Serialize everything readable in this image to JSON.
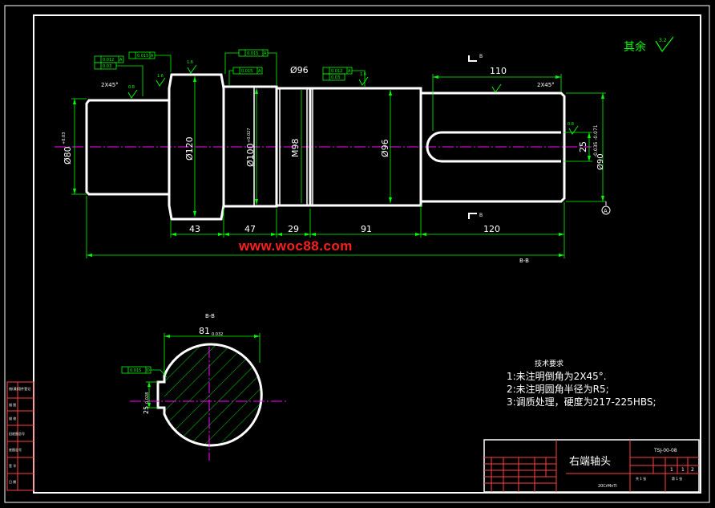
{
  "title": "右端轴头",
  "drawing_number": "TSJ-00-08",
  "material": "20CrMnTi",
  "surface_finish": {
    "label": "其余",
    "value": "3.2"
  },
  "section_name": "B-B",
  "section_mark": "B",
  "watermark": "www.woc88.com",
  "diameters": {
    "d_left": "Ø80",
    "d_shoulder": "Ø120",
    "d_bearing": "Ø100",
    "d_mid_top": "Ø96",
    "d_thread": "M98",
    "d_body": "Ø96",
    "d_right": "Ø90",
    "key_width": "25"
  },
  "tolerances": {
    "d_left": "+0.03",
    "d_bearing": "+0.027",
    "d_right": "-0.035 -0.071",
    "section_width": "0.032"
  },
  "chamfers": {
    "left": "2X45°",
    "right": "2X45°"
  },
  "roughness": {
    "a": "0.8",
    "b": "1.6",
    "c": "1.6",
    "d": "1.6",
    "e": "0.8"
  },
  "lengths": {
    "l1": "43",
    "l2": "47",
    "l3": "29",
    "l4": "91",
    "l5": "120",
    "key_len": "110"
  },
  "gd_t": {
    "f1_val": "0.012",
    "f1_ref": "A",
    "f2_val": "0.015",
    "f2_ref": "A",
    "f3_val": "0.03",
    "f4_val": "0.015",
    "f4_ref": "A",
    "f5_val": "0.015",
    "f5_ref": "A",
    "f6_val": "0.012",
    "f6_ref": "A",
    "f7_val": "0.03",
    "f8_val": "0.015",
    "f8_ref": "D"
  },
  "datum": "A",
  "section": {
    "width": "81",
    "depth": "25",
    "depth_tol": "0.028"
  },
  "tech_requirements": {
    "heading": "技术要求",
    "items": [
      "1:未注明倒角为2X45°.",
      "2:未注明圆角半径为R5;",
      "3:调质处理，硬度为217-225HBS;"
    ]
  },
  "title_block": {
    "small_numbers": [
      "1",
      "1",
      "2"
    ],
    "cell_labels": [
      "共 1 张",
      "第 1 张"
    ]
  },
  "left_strip": [
    "借(通)用件登记",
    "描 图",
    "描 校",
    "旧底图总号",
    "底图总号",
    "签 字",
    "日 期"
  ],
  "colors": {
    "outline": "#ffffff",
    "dim": "#00ff00",
    "center": "#ff00ff",
    "watermark": "#ff1e1e"
  }
}
